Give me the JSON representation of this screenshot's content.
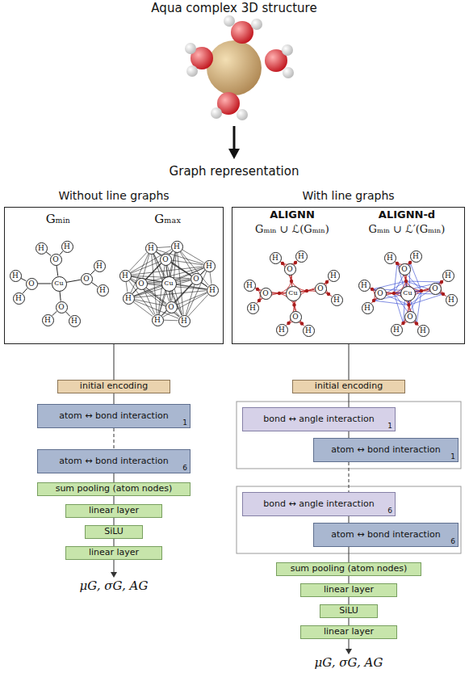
{
  "diagram": {
    "nodes": [
      {
        "text": [
          "Without line graphs"
        ]
      },
      {
        "text": [
          "With line graphs"
        ]
      },
      {
        "text": [
          "Cu"
        ],
        "in": 0
      },
      {
        "text": [
          "O"
        ],
        "in": 0
      },
      {
        "text": [
          "H"
        ],
        "in": 0
      },
      {
        "text": [
          "H"
        ],
        "in": 0
      },
      {
        "text": [
          "O"
        ],
        "in": 0
      },
      {
        "text": [
          "H"
        ],
        "in": 0
      },
      {
        "text": [
          "H"
        ],
        "in": 0
      },
      {
        "text": [
          "O"
        ],
        "in": 0
      },
      {
        "text": [
          "H"
        ],
        "in": 0
      },
      {
        "text": [
          "H"
        ],
        "in": 0
      },
      {
        "text": [
          "O"
        ],
        "in": 0
      },
      {
        "text": [
          "H"
        ],
        "in": 0
      },
      {
        "text": [
          "H"
        ],
        "in": 0
      },
      {
        "text": [
          "Cu"
        ],
        "in": 0
      },
      {
        "text": [
          "O"
        ],
        "in": 0
      },
      {
        "text": [
          "H"
        ],
        "in": 0
      },
      {
        "text": [
          "H"
        ],
        "in": 0
      },
      {
        "text": [
          "O"
        ],
        "in": 0
      },
      {
        "text": [
          "H"
        ],
        "in": 0
      },
      {
        "text": [
          "H"
        ],
        "in": 0
      },
      {
        "text": [
          "O"
        ],
        "in": 0
      },
      {
        "text": [
          "H"
        ],
        "in": 0
      },
      {
        "text": [
          "H"
        ],
        "in": 0
      },
      {
        "text": [
          "O"
        ],
        "in": 0
      },
      {
        "text": [
          "H"
        ],
        "in": 0
      },
      {
        "text": [
          "H"
        ],
        "in": 0
      },
      {
        "text": [
          "Cu"
        ],
        "in": 1
      },
      {
        "text": [
          "O"
        ],
        "in": 1
      },
      {
        "text": [
          "H"
        ],
        "in": 1
      },
      {
        "text": [
          "H"
        ],
        "in": 1
      },
      {
        "text": [
          "O"
        ],
        "in": 1
      },
      {
        "text": [
          "H"
        ],
        "in": 1
      },
      {
        "text": [
          "H"
        ],
        "in": 1
      },
      {
        "text": [
          "O"
        ],
        "in": 1
      },
      {
        "text": [
          "H"
        ],
        "in": 1
      },
      {
        "text": [
          "H"
        ],
        "in": 1
      },
      {
        "text": [
          "O"
        ],
        "in": 1
      },
      {
        "text": [
          "H"
        ],
        "in": 1
      },
      {
        "text": [
          "H"
        ],
        "in": 1
      },
      {
        "text": [
          "Cu"
        ],
        "in": 1
      },
      {
        "text": [
          "O"
        ],
        "in": 1
      },
      {
        "text": [
          "H"
        ],
        "in": 1
      },
      {
        "text": [
          "H"
        ],
        "in": 1
      },
      {
        "text": [
          "O"
        ],
        "in": 1
      },
      {
        "text": [
          "H"
        ],
        "in": 1
      },
      {
        "text": [
          "H"
        ],
        "in": 1
      },
      {
        "text": [
          "O"
        ],
        "in": 1
      },
      {
        "text": [
          "H"
        ],
        "in": 1
      },
      {
        "text": [
          "H"
        ],
        "in": 1
      },
      {
        "text": [
          "O"
        ],
        "in": 1
      },
      {
        "text": [
          "H"
        ],
        "in": 1
      },
      {
        "text": [
          "H"
        ],
        "in": 1
      },
      {
        "text": [
          "initial encoding"
        ]
      },
      {
        "text": [
          "atom ↔ bond interaction",
          "1"
        ]
      },
      {
        "text": [
          "atom ↔ bond interaction",
          "6"
        ]
      },
      {
        "text": [
          "sum pooling (atom nodes)"
        ]
      },
      {
        "text": [
          "linear layer"
        ]
      },
      {
        "text": [
          "SiLU"
        ]
      },
      {
        "text": [
          "linear layer"
        ]
      },
      {
        "text": [
          "initial encoding"
        ]
      },
      {
        "text": [
          "bond ↔ angle interaction",
          "1"
        ]
      },
      {
        "text": [
          "atom ↔ bond interaction",
          "1"
        ]
      },
      {
        "text": [
          "bond ↔ angle interaction",
          "6"
        ]
      },
      {
        "text": [
          "atom ↔ bond interaction",
          "6"
        ]
      },
      {
        "text": [
          "sum pooling (atom nodes)"
        ]
      },
      {
        "text": [
          "linear layer"
        ]
      },
      {
        "text": [
          "SiLU"
        ]
      },
      {
        "text": [
          "linear layer"
        ]
      }
    ],
    "edges": [
      {
        "from": 2,
        "to": 3,
        "arrow": "none"
      },
      {
        "from": 3,
        "to": 4,
        "arrow": "none"
      },
      {
        "from": 3,
        "to": 5,
        "arrow": "none"
      },
      {
        "from": 2,
        "to": 6,
        "arrow": "none"
      },
      {
        "from": 6,
        "to": 7,
        "arrow": "none"
      },
      {
        "from": 6,
        "to": 8,
        "arrow": "none"
      },
      {
        "from": 2,
        "to": 9,
        "arrow": "none"
      },
      {
        "from": 9,
        "to": 10,
        "arrow": "none"
      },
      {
        "from": 9,
        "to": 11,
        "arrow": "none"
      },
      {
        "from": 2,
        "to": 12,
        "arrow": "none"
      },
      {
        "from": 12,
        "to": 13,
        "arrow": "none"
      },
      {
        "from": 12,
        "to": 14,
        "arrow": "none"
      },
      {
        "from": 15,
        "to": 16,
        "arrow": "none"
      },
      {
        "from": 15,
        "to": 17,
        "arrow": "none"
      },
      {
        "from": 15,
        "to": 18,
        "arrow": "none"
      },
      {
        "from": 15,
        "to": 19,
        "arrow": "none"
      },
      {
        "from": 15,
        "to": 20,
        "arrow": "none"
      },
      {
        "from": 15,
        "to": 21,
        "arrow": "none"
      },
      {
        "from": 15,
        "to": 22,
        "arrow": "none"
      },
      {
        "from": 15,
        "to": 23,
        "arrow": "none"
      },
      {
        "from": 15,
        "to": 24,
        "arrow": "none"
      },
      {
        "from": 15,
        "to": 25,
        "arrow": "none"
      },
      {
        "from": 15,
        "to": 26,
        "arrow": "none"
      },
      {
        "from": 15,
        "to": 27,
        "arrow": "none"
      },
      {
        "from": 16,
        "to": 17,
        "arrow": "none"
      },
      {
        "from": 16,
        "to": 18,
        "arrow": "none"
      },
      {
        "from": 16,
        "to": 19,
        "arrow": "none"
      },
      {
        "from": 16,
        "to": 20,
        "arrow": "none"
      },
      {
        "from": 16,
        "to": 21,
        "arrow": "none"
      },
      {
        "from": 16,
        "to": 22,
        "arrow": "none"
      },
      {
        "from": 16,
        "to": 23,
        "arrow": "none"
      },
      {
        "from": 16,
        "to": 24,
        "arrow": "none"
      },
      {
        "from": 16,
        "to": 25,
        "arrow": "none"
      },
      {
        "from": 16,
        "to": 26,
        "arrow": "none"
      },
      {
        "from": 16,
        "to": 27,
        "arrow": "none"
      },
      {
        "from": 17,
        "to": 18,
        "arrow": "none"
      },
      {
        "from": 17,
        "to": 19,
        "arrow": "none"
      },
      {
        "from": 17,
        "to": 20,
        "arrow": "none"
      },
      {
        "from": 17,
        "to": 21,
        "arrow": "none"
      },
      {
        "from": 17,
        "to": 22,
        "arrow": "none"
      },
      {
        "from": 17,
        "to": 23,
        "arrow": "none"
      },
      {
        "from": 17,
        "to": 24,
        "arrow": "none"
      },
      {
        "from": 17,
        "to": 25,
        "arrow": "none"
      },
      {
        "from": 17,
        "to": 26,
        "arrow": "none"
      },
      {
        "from": 17,
        "to": 27,
        "arrow": "none"
      },
      {
        "from": 18,
        "to": 19,
        "arrow": "none"
      },
      {
        "from": 18,
        "to": 20,
        "arrow": "none"
      },
      {
        "from": 18,
        "to": 21,
        "arrow": "none"
      },
      {
        "from": 18,
        "to": 22,
        "arrow": "none"
      },
      {
        "from": 18,
        "to": 23,
        "arrow": "none"
      },
      {
        "from": 18,
        "to": 24,
        "arrow": "none"
      },
      {
        "from": 18,
        "to": 25,
        "arrow": "none"
      },
      {
        "from": 18,
        "to": 26,
        "arrow": "none"
      },
      {
        "from": 18,
        "to": 27,
        "arrow": "none"
      },
      {
        "from": 19,
        "to": 20,
        "arrow": "none"
      },
      {
        "from": 19,
        "to": 21,
        "arrow": "none"
      },
      {
        "from": 19,
        "to": 22,
        "arrow": "none"
      },
      {
        "from": 19,
        "to": 23,
        "arrow": "none"
      },
      {
        "from": 19,
        "to": 24,
        "arrow": "none"
      },
      {
        "from": 19,
        "to": 25,
        "arrow": "none"
      },
      {
        "from": 19,
        "to": 26,
        "arrow": "none"
      },
      {
        "from": 19,
        "to": 27,
        "arrow": "none"
      },
      {
        "from": 20,
        "to": 21,
        "arrow": "none"
      },
      {
        "from": 20,
        "to": 22,
        "arrow": "none"
      },
      {
        "from": 20,
        "to": 23,
        "arrow": "none"
      },
      {
        "from": 20,
        "to": 24,
        "arrow": "none"
      },
      {
        "from": 20,
        "to": 25,
        "arrow": "none"
      },
      {
        "from": 20,
        "to": 26,
        "arrow": "none"
      },
      {
        "from": 20,
        "to": 27,
        "arrow": "none"
      },
      {
        "from": 21,
        "to": 22,
        "arrow": "none"
      },
      {
        "from": 21,
        "to": 23,
        "arrow": "none"
      },
      {
        "from": 21,
        "to": 24,
        "arrow": "none"
      },
      {
        "from": 21,
        "to": 25,
        "arrow": "none"
      },
      {
        "from": 21,
        "to": 26,
        "arrow": "none"
      },
      {
        "from": 21,
        "to": 27,
        "arrow": "none"
      },
      {
        "from": 22,
        "to": 23,
        "arrow": "none"
      },
      {
        "from": 22,
        "to": 24,
        "arrow": "none"
      },
      {
        "from": 22,
        "to": 25,
        "arrow": "none"
      },
      {
        "from": 22,
        "to": 26,
        "arrow": "none"
      },
      {
        "from": 22,
        "to": 27,
        "arrow": "none"
      },
      {
        "from": 23,
        "to": 24,
        "arrow": "none"
      },
      {
        "from": 23,
        "to": 25,
        "arrow": "none"
      },
      {
        "from": 23,
        "to": 26,
        "arrow": "none"
      },
      {
        "from": 23,
        "to": 27,
        "arrow": "none"
      },
      {
        "from": 24,
        "to": 25,
        "arrow": "none"
      },
      {
        "from": 24,
        "to": 26,
        "arrow": "none"
      },
      {
        "from": 24,
        "to": 27,
        "arrow": "none"
      },
      {
        "from": 25,
        "to": 26,
        "arrow": "none"
      },
      {
        "from": 25,
        "to": 27,
        "arrow": "none"
      },
      {
        "from": 26,
        "to": 27,
        "arrow": "none"
      },
      {
        "from": 28,
        "to": 29,
        "arrow": "none"
      },
      {
        "from": 29,
        "to": 30,
        "arrow": "none"
      },
      {
        "from": 29,
        "to": 31,
        "arrow": "none"
      },
      {
        "from": 28,
        "to": 32,
        "arrow": "none"
      },
      {
        "from": 32,
        "to": 33,
        "arrow": "none"
      },
      {
        "from": 32,
        "to": 34,
        "arrow": "none"
      },
      {
        "from": 28,
        "to": 35,
        "arrow": "none"
      },
      {
        "from": 35,
        "to": 36,
        "arrow": "none"
      },
      {
        "from": 35,
        "to": 37,
        "arrow": "none"
      },
      {
        "from": 28,
        "to": 38,
        "arrow": "none"
      },
      {
        "from": 38,
        "to": 39,
        "arrow": "none"
      },
      {
        "from": 38,
        "to": 40,
        "arrow": "none"
      },
      {
        "from": 41,
        "to": 42,
        "arrow": "none"
      },
      {
        "from": 42,
        "to": 43,
        "arrow": "none"
      },
      {
        "from": 42,
        "to": 44,
        "arrow": "none"
      },
      {
        "from": 41,
        "to": 45,
        "arrow": "none"
      },
      {
        "from": 45,
        "to": 46,
        "arrow": "none"
      },
      {
        "from": 45,
        "to": 47,
        "arrow": "none"
      },
      {
        "from": 41,
        "to": 48,
        "arrow": "none"
      },
      {
        "from": 48,
        "to": 49,
        "arrow": "none"
      },
      {
        "from": 48,
        "to": 50,
        "arrow": "none"
      },
      {
        "from": 41,
        "to": 51,
        "arrow": "none"
      },
      {
        "from": 51,
        "to": 52,
        "arrow": "none"
      },
      {
        "from": 51,
        "to": 53,
        "arrow": "none"
      },
      {
        "from": 0,
        "to": 54,
        "arrow": "none"
      },
      {
        "from": 54,
        "to": 55,
        "arrow": "none"
      },
      {
        "from": 55,
        "to": 56,
        "arrow": "none"
      },
      {
        "from": 56,
        "to": 57,
        "arrow": "none"
      },
      {
        "from": 57,
        "to": 58,
        "arrow": "none"
      },
      {
        "from": 58,
        "to": 59,
        "arrow": "none"
      },
      {
        "from": 59,
        "to": 60,
        "arrow": "none"
      },
      {
        "from": 1,
        "to": 61,
        "arrow": "none"
      },
      {
        "from": 61,
        "to": 62,
        "arrow": "none"
      },
      {
        "from": 62,
        "to": 63,
        "arrow": "none"
      },
      {
        "from": 63,
        "to": 64,
        "arrow": "none"
      },
      {
        "from": 64,
        "to": 65,
        "arrow": "none"
      },
      {
        "from": 65,
        "to": 66,
        "arrow": "none"
      },
      {
        "from": 66,
        "to": 67,
        "arrow": "none"
      },
      {
        "from": 67,
        "to": 68,
        "arrow": "none"
      },
      {
        "from": 68,
        "to": 69,
        "arrow": "none"
      }
    ],
    "labels": [
      "Aqua complex 3D structure",
      "Graph representation",
      "Gₘᵢₙ",
      "Gₘₐₓ",
      "ALIGNN",
      "Gₘᵢₙ ∪ ℒ(Gₘᵢₙ)",
      "ALIGNN-d",
      "Gₘᵢₙ ∪ ℒ′(Gₘᵢₙ)",
      "μG, σG, AG",
      "μG, σG, AG"
    ]
  }
}
